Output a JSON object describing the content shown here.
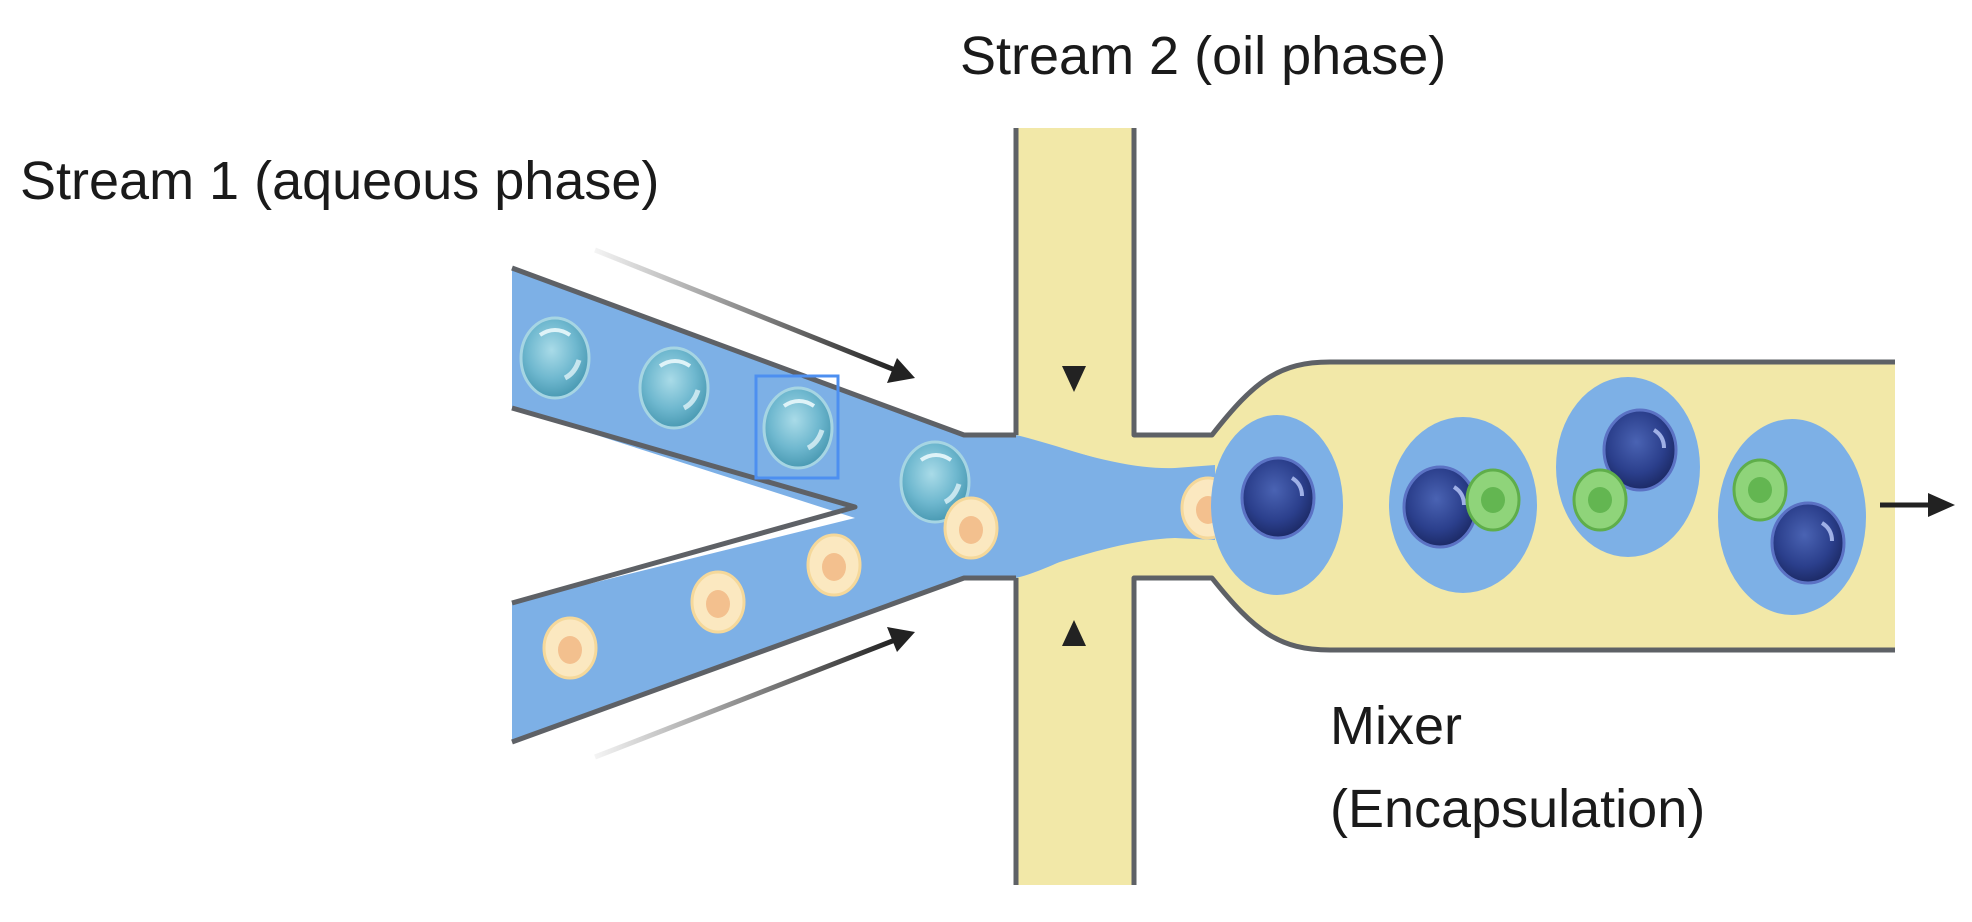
{
  "labels": {
    "stream1": "Stream 1 (aqueous phase)",
    "stream2": "Stream 2 (oil phase)",
    "mixer_line1": "Mixer",
    "mixer_line2": "(Encapsulation)"
  },
  "colors": {
    "aqueous": "#7db0e6",
    "oil": "#f2e8a8",
    "wall": "#5e6166",
    "cell_fill": "#fbe8c0",
    "cell_nucleus": "#f3c08e",
    "bead_light": "#79c1d6",
    "bead_dark": "#2b3f8c",
    "cell_green": "#8fd47a",
    "arrow": "#222222",
    "selection": "#4d8ff0"
  },
  "icons": [
    "bead-icon",
    "cell-icon",
    "flow-arrow-icon"
  ]
}
